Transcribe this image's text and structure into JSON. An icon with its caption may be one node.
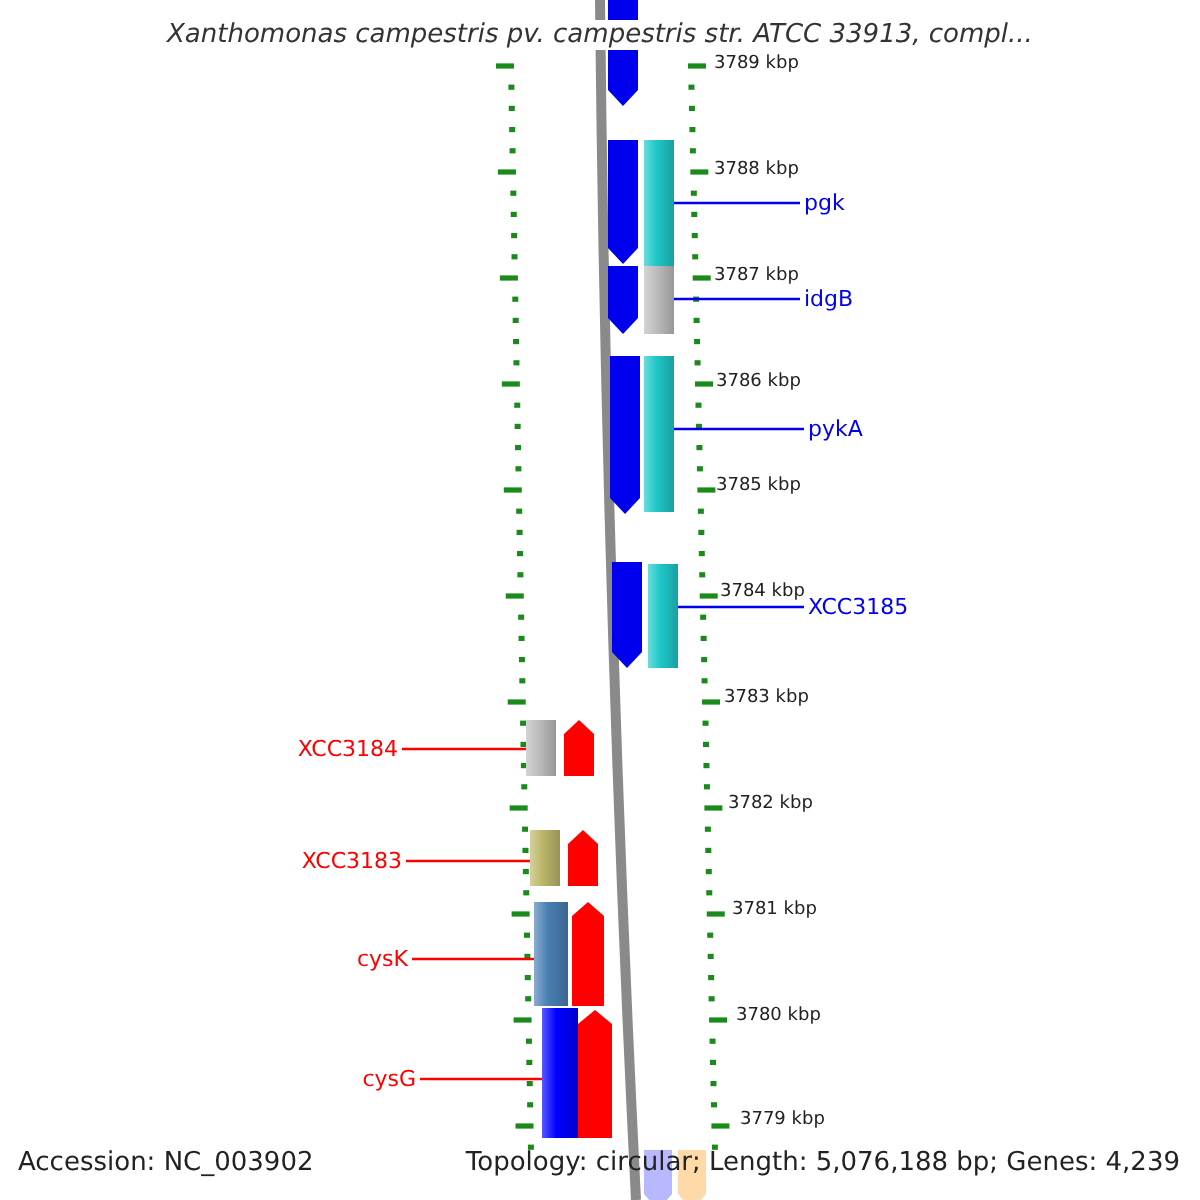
{
  "diagram": {
    "title": "Xanthomonas campestris pv. campestris str. ATCC 33913, compl...",
    "nodes": [
      {
        "text": [
          "pgk"
        ]
      },
      {
        "text": [],
        "shape": "bar"
      },
      {
        "text": [
          "idgB"
        ]
      },
      {
        "text": [],
        "shape": "bar"
      },
      {
        "text": [
          "pykA"
        ]
      },
      {
        "text": [],
        "shape": "bar"
      },
      {
        "text": [
          "XCC3185"
        ]
      },
      {
        "text": [],
        "shape": "bar"
      },
      {
        "text": [
          "XCC3184"
        ]
      },
      {
        "text": [],
        "shape": "bar"
      },
      {
        "text": [
          "XCC3183"
        ]
      },
      {
        "text": [],
        "shape": "bar"
      },
      {
        "text": [
          "cysK"
        ]
      },
      {
        "text": [],
        "shape": "bar"
      },
      {
        "text": [
          "cysG"
        ]
      },
      {
        "text": [],
        "shape": "bar"
      },
      {
        "text": [],
        "shape": "bar"
      },
      {
        "text": [],
        "shape": "bar"
      },
      {
        "text": [],
        "shape": "bar"
      },
      {
        "text": [],
        "shape": "bar"
      },
      {
        "text": [],
        "shape": "bar"
      },
      {
        "text": [],
        "shape": "bar"
      },
      {
        "text": [],
        "shape": "bar"
      },
      {
        "text": [],
        "shape": "bar"
      },
      {
        "text": [],
        "shape": "bar"
      },
      {
        "text": [],
        "shape": "bar"
      },
      {
        "text": [],
        "shape": "bar"
      }
    ],
    "edges": [
      {
        "from": 0,
        "to": 1,
        "arrow": "none"
      },
      {
        "from": 2,
        "to": 3,
        "arrow": "none"
      },
      {
        "from": 4,
        "to": 5,
        "arrow": "none"
      },
      {
        "from": 6,
        "to": 7,
        "arrow": "none"
      },
      {
        "from": 8,
        "to": 9,
        "arrow": "none",
        "color": "#ff0000"
      },
      {
        "from": 10,
        "to": 11,
        "arrow": "none",
        "color": "#ff0000"
      },
      {
        "from": 12,
        "to": 13,
        "arrow": "none",
        "color": "#ff0000"
      },
      {
        "from": 14,
        "to": 15,
        "arrow": "none",
        "color": "#ff0000"
      }
    ],
    "labels": [
      "3789 kbp",
      "3788 kbp",
      "3787 kbp",
      "3786 kbp",
      "3785 kbp",
      "3784 kbp",
      "3783 kbp",
      "3782 kbp",
      "3781 kbp",
      "3780 kbp",
      "3779 kbp",
      "Accession: NC_003902",
      "Topology: circular; Length: 5,076,188 bp; Genes: 4,239"
    ]
  }
}
